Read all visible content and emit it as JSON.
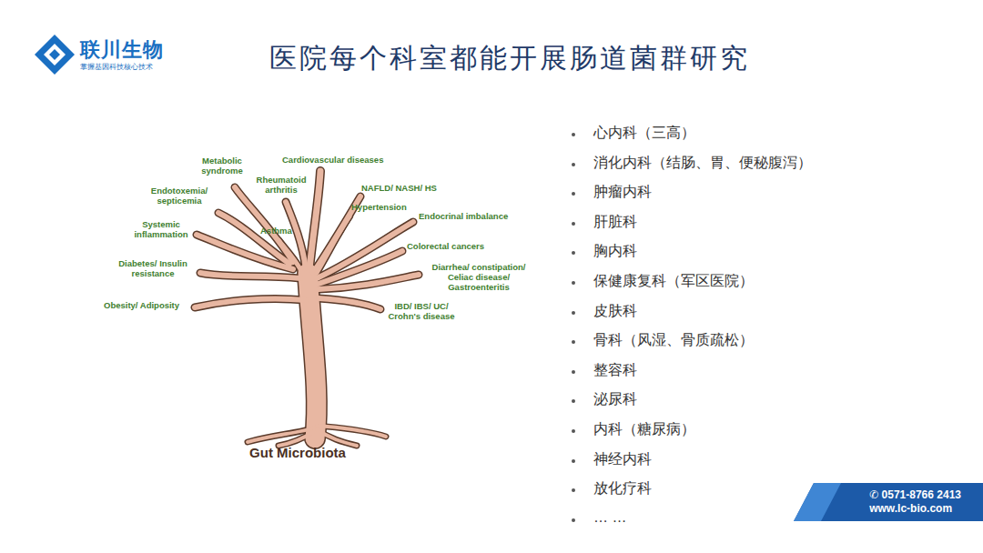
{
  "diagram": {
    "title": "医院每个科室都能开展肠道菌群研究",
    "nodes": [
      {
        "text": [
          "✆ 0571-8766 2413",
          "www.lc-bio.com"
        ]
      }
    ],
    "labels": [
      "联川生物",
      "掌握基因科技核心技术",
      "Metabolic syndrome",
      "Cardiovascular diseases",
      "Rheumatoid arthritis",
      "Endotoxemia/ septicemia",
      "NAFLD/ NASH/ HS",
      "Hypertension",
      "Endocrinal imbalance",
      "Systemic inflammation",
      "Asthma",
      "Colorectal cancers",
      "Diabetes/ Insulin resistance",
      "Diarrhea/ constipation/ Celiac disease/ Gastroenteritis",
      "Obesity/ Adiposity",
      "IBD/ IBS/ UC/ Crohn's disease",
      "Gut Microbiota",
      "心内科（三高）",
      "消化内科（结肠、胃、便秘腹泻）",
      "肿瘤内科",
      "肝脏科",
      "胸内科",
      "保健康复科（军区医院）",
      "皮肤科",
      "骨科（风湿、骨质疏松）",
      "整容科",
      "泌尿科",
      "内科（糖尿病）",
      "神经内科",
      "放化疗科",
      "… …"
    ]
  }
}
